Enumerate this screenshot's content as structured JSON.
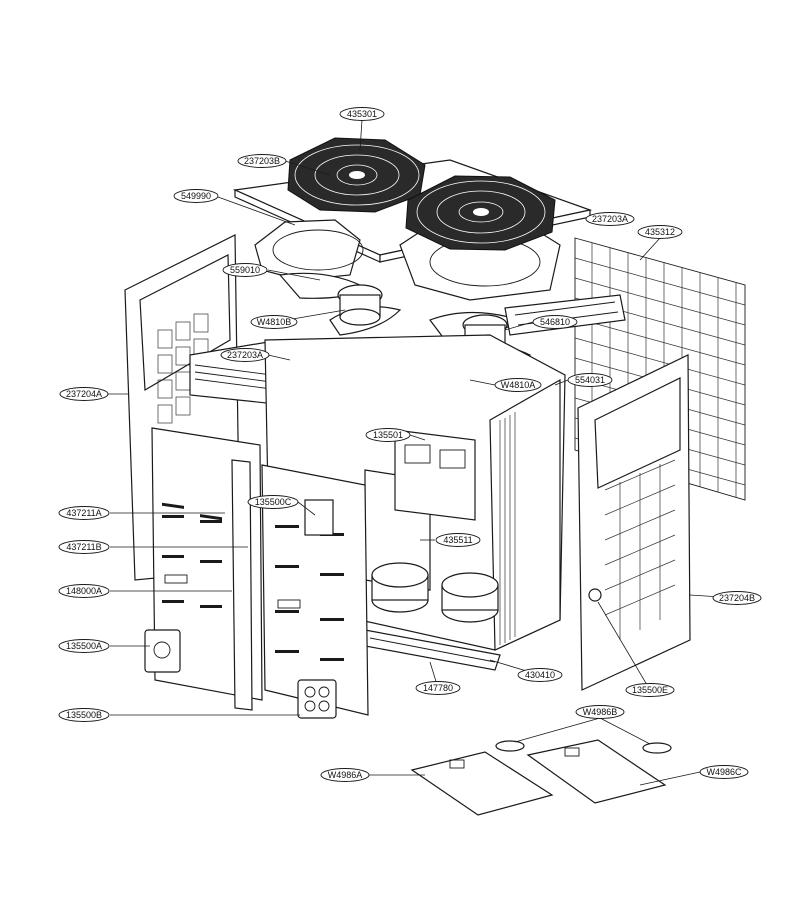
{
  "callouts": [
    {
      "id": "435301",
      "label": "435301"
    },
    {
      "id": "237203B",
      "label": "237203B"
    },
    {
      "id": "549990",
      "label": "549990"
    },
    {
      "id": "237203A-top",
      "label": "237203A"
    },
    {
      "id": "435312",
      "label": "435312"
    },
    {
      "id": "559010",
      "label": "559010"
    },
    {
      "id": "W4810B",
      "label": "W4810B"
    },
    {
      "id": "546810",
      "label": "546810"
    },
    {
      "id": "237203A-mid",
      "label": "237203A"
    },
    {
      "id": "W4810A",
      "label": "W4810A"
    },
    {
      "id": "554031",
      "label": "554031"
    },
    {
      "id": "237204A",
      "label": "237204A"
    },
    {
      "id": "135501",
      "label": "135501"
    },
    {
      "id": "135500C",
      "label": "135500C"
    },
    {
      "id": "437211A",
      "label": "437211A"
    },
    {
      "id": "435511",
      "label": "435511"
    },
    {
      "id": "437211B",
      "label": "437211B"
    },
    {
      "id": "148000A",
      "label": "148000A"
    },
    {
      "id": "237204B",
      "label": "237204B"
    },
    {
      "id": "135500A",
      "label": "135500A"
    },
    {
      "id": "430410",
      "label": "430410"
    },
    {
      "id": "147780",
      "label": "147780"
    },
    {
      "id": "135500E",
      "label": "135500E"
    },
    {
      "id": "135500B",
      "label": "135500B"
    },
    {
      "id": "W4986B",
      "label": "W4986B"
    },
    {
      "id": "W4986A",
      "label": "W4986A"
    },
    {
      "id": "W4986C",
      "label": "W4986C"
    }
  ]
}
